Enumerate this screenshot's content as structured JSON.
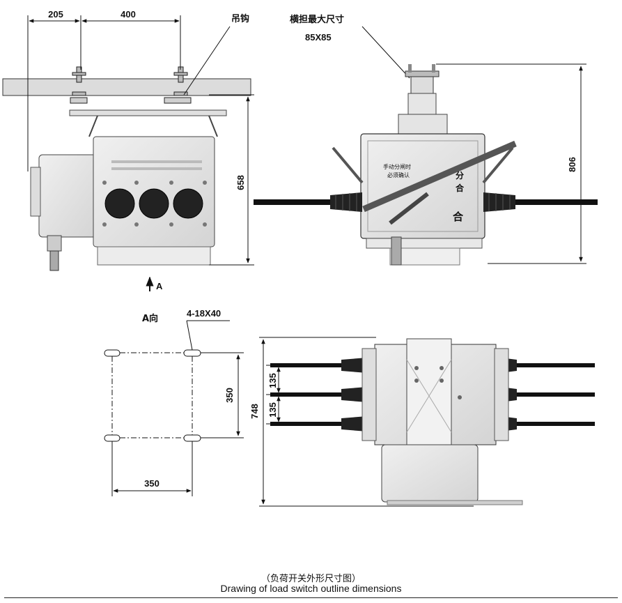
{
  "dimensions": {
    "top_left_width_1": "205",
    "top_left_width_2": "400",
    "side_height": "658",
    "front_height": "806",
    "plan_h_spacing": "350",
    "plan_v_spacing": "350",
    "total_height_plan": "748",
    "phase_spacing_1": "135",
    "phase_spacing_2": "135"
  },
  "labels": {
    "hook": "吊钩",
    "crossarm_max": "横担最大尺寸",
    "crossarm_size": "85X85",
    "view_arrow": "A",
    "view_a": "A向",
    "slots": "4-18X40"
  },
  "panel_text": {
    "plate_line1": "手动分闸时",
    "plate_line2": "必须确认",
    "fen": "分",
    "he": "合"
  },
  "caption": {
    "chinese": "（负荷开关外形尺寸图）",
    "english": "Drawing of load switch outline dimensions"
  },
  "colors": {
    "line": "#1a1a1a",
    "body_fill": "#e6e6e6",
    "body_shade": "#d2d2d2",
    "bushing": "#222222"
  },
  "icons": [
    "arrow-up-icon"
  ]
}
